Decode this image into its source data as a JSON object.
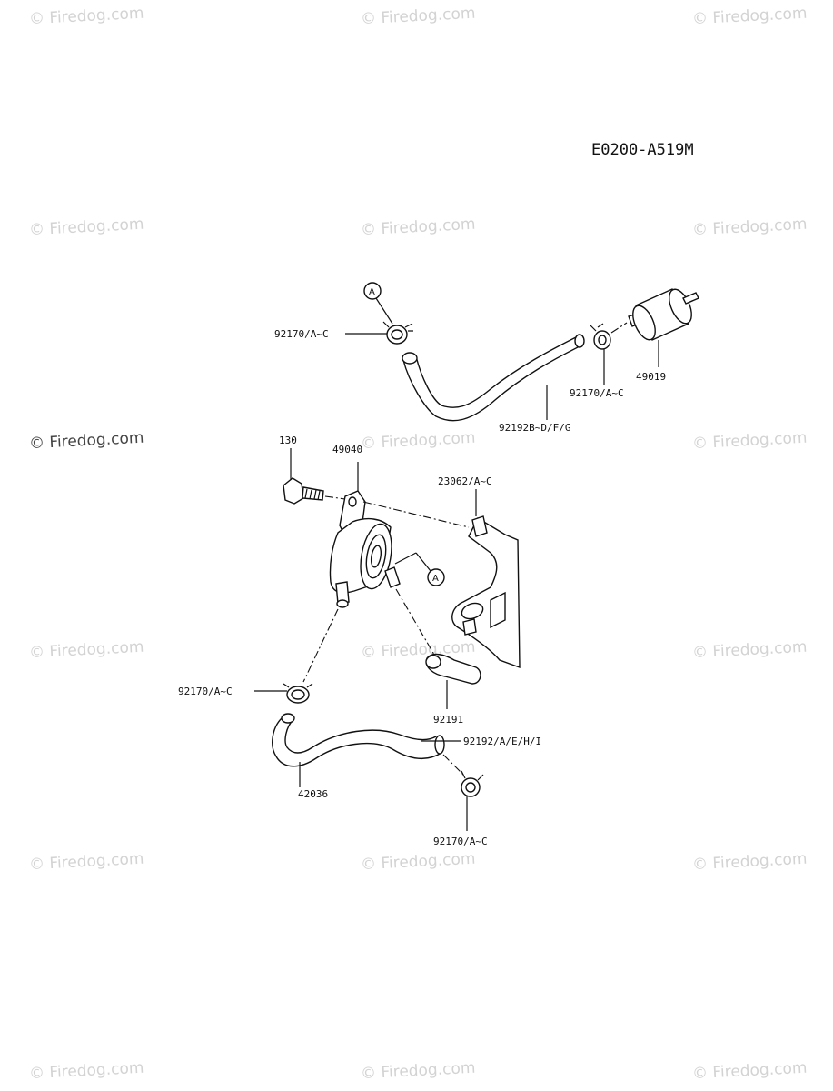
{
  "diagram_code": "E0200-A519M",
  "watermark_text": "© Firedog.com",
  "callout_letter": "A",
  "labels": {
    "clamp_top_left": "92170/A~C",
    "clamp_top_right": "92170/A~C",
    "filter": "49019",
    "hose_top": "92192B~D/F/G",
    "bolt": "130",
    "pump": "49040",
    "bracket": "23062/A~C",
    "clamp_mid_left": "92170/A~C",
    "hose_short": "92191",
    "hose_long": "92192/A/E/H/I",
    "pipe": "42036",
    "clamp_bottom": "92170/A~C"
  }
}
